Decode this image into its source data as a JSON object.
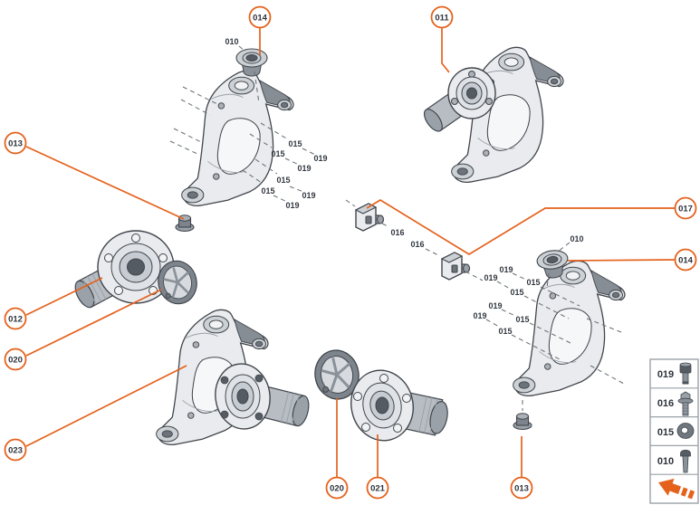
{
  "diagram": {
    "background": "#ffffff",
    "accent_color": "#e5621d",
    "dash_line_color": "#6a7076",
    "text_color": "#333942",
    "callouts": [
      {
        "id": "014-top",
        "label": "014"
      },
      {
        "id": "011",
        "label": "011"
      },
      {
        "id": "013-left",
        "label": "013"
      },
      {
        "id": "012",
        "label": "012"
      },
      {
        "id": "020-left",
        "label": "020"
      },
      {
        "id": "023",
        "label": "023"
      },
      {
        "id": "017",
        "label": "017"
      },
      {
        "id": "014-right",
        "label": "014"
      },
      {
        "id": "020-bottom",
        "label": "020"
      },
      {
        "id": "021",
        "label": "021"
      },
      {
        "id": "013-bottom",
        "label": "013"
      }
    ],
    "fastener_labels": [
      "010",
      "015",
      "019",
      "015",
      "019",
      "015",
      "019",
      "015",
      "019",
      "016",
      "016",
      "010",
      "019",
      "015",
      "019",
      "015",
      "019",
      "015",
      "019",
      "015"
    ],
    "legend": {
      "items": [
        {
          "label": "019",
          "icon": "socket-head-bolt-icon"
        },
        {
          "label": "016",
          "icon": "flange-bolt-icon"
        },
        {
          "label": "015",
          "icon": "washer-icon"
        },
        {
          "label": "010",
          "icon": "round-head-screw-icon"
        }
      ],
      "footer_icon": "direction-arrow-icon"
    }
  }
}
